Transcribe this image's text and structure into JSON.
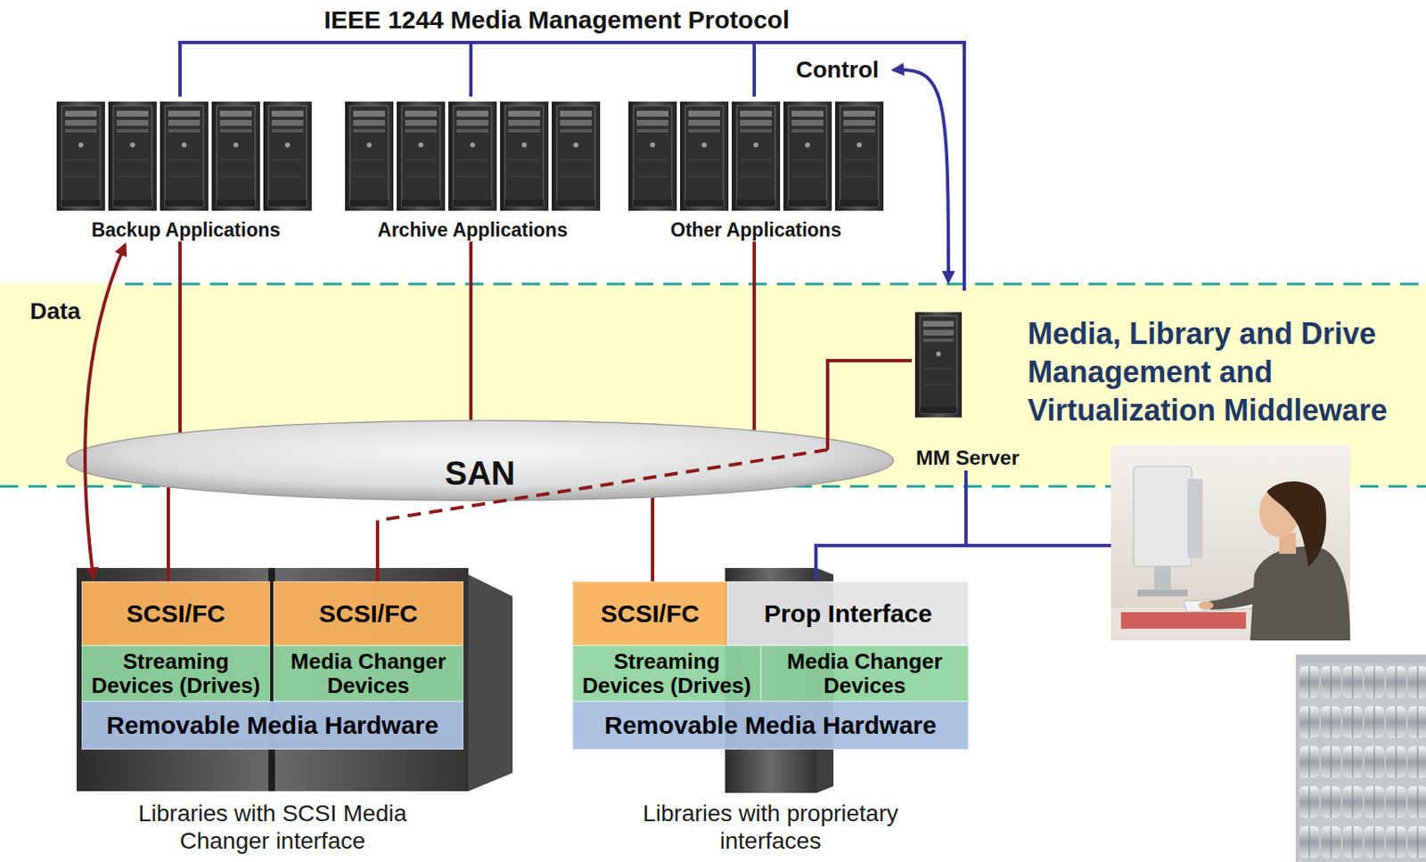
{
  "diagram": {
    "nodes": [
      {
        "text": [
          "Backup Applications"
        ]
      },
      {
        "text": [
          "Archive Applications"
        ]
      },
      {
        "text": [
          "Other Applications"
        ]
      },
      {
        "text": [
          "Media, Library and Drive Management and Virtualization Middleware"
        ]
      },
      {
        "text": [
          "MM Server"
        ],
        "in": 3
      },
      {
        "text": [
          "SAN"
        ]
      },
      {
        "text": [
          "Libraries with SCSI Media Changer interface"
        ]
      },
      {
        "text": [
          "SCSI/FC"
        ],
        "in": 6
      },
      {
        "text": [
          "SCSI/FC"
        ],
        "in": 6
      },
      {
        "text": [
          "Streaming Devices (Drives)"
        ],
        "in": 6
      },
      {
        "text": [
          "Media Changer Devices"
        ],
        "in": 6
      },
      {
        "text": [
          "Removable Media Hardware"
        ],
        "in": 6
      },
      {
        "text": [
          "Libraries with proprietary interfaces"
        ]
      },
      {
        "text": [
          "SCSI/FC"
        ],
        "in": 12
      },
      {
        "text": [
          "Prop Interface"
        ],
        "in": 12
      },
      {
        "text": [
          "Streaming Devices (Drives)"
        ],
        "in": 12
      },
      {
        "text": [
          "Media Changer Devices"
        ],
        "in": 12
      },
      {
        "text": [
          "Removable Media Hardware"
        ],
        "in": 12
      }
    ],
    "edges": [
      {
        "from": 0,
        "to": 4,
        "arrow": "none"
      },
      {
        "from": 1,
        "to": 4,
        "arrow": "none"
      },
      {
        "from": 2,
        "to": 4,
        "arrow": "none"
      },
      {
        "from": 0,
        "to": 5,
        "arrow": "none"
      },
      {
        "from": 1,
        "to": 5,
        "arrow": "none"
      },
      {
        "from": 2,
        "to": 5,
        "arrow": "none"
      },
      {
        "from": 4,
        "to": 8,
        "arrow": "none"
      },
      {
        "from": 5,
        "to": 7,
        "arrow": "none"
      },
      {
        "from": 5,
        "to": 13,
        "arrow": "none"
      },
      {
        "from": 0,
        "to": 6,
        "arrow": "both"
      },
      {
        "from": 4,
        "to": 14,
        "arrow": "none"
      }
    ],
    "labels": [
      "IEEE 1244 Media Management Protocol",
      "Control",
      "Data"
    ]
  }
}
